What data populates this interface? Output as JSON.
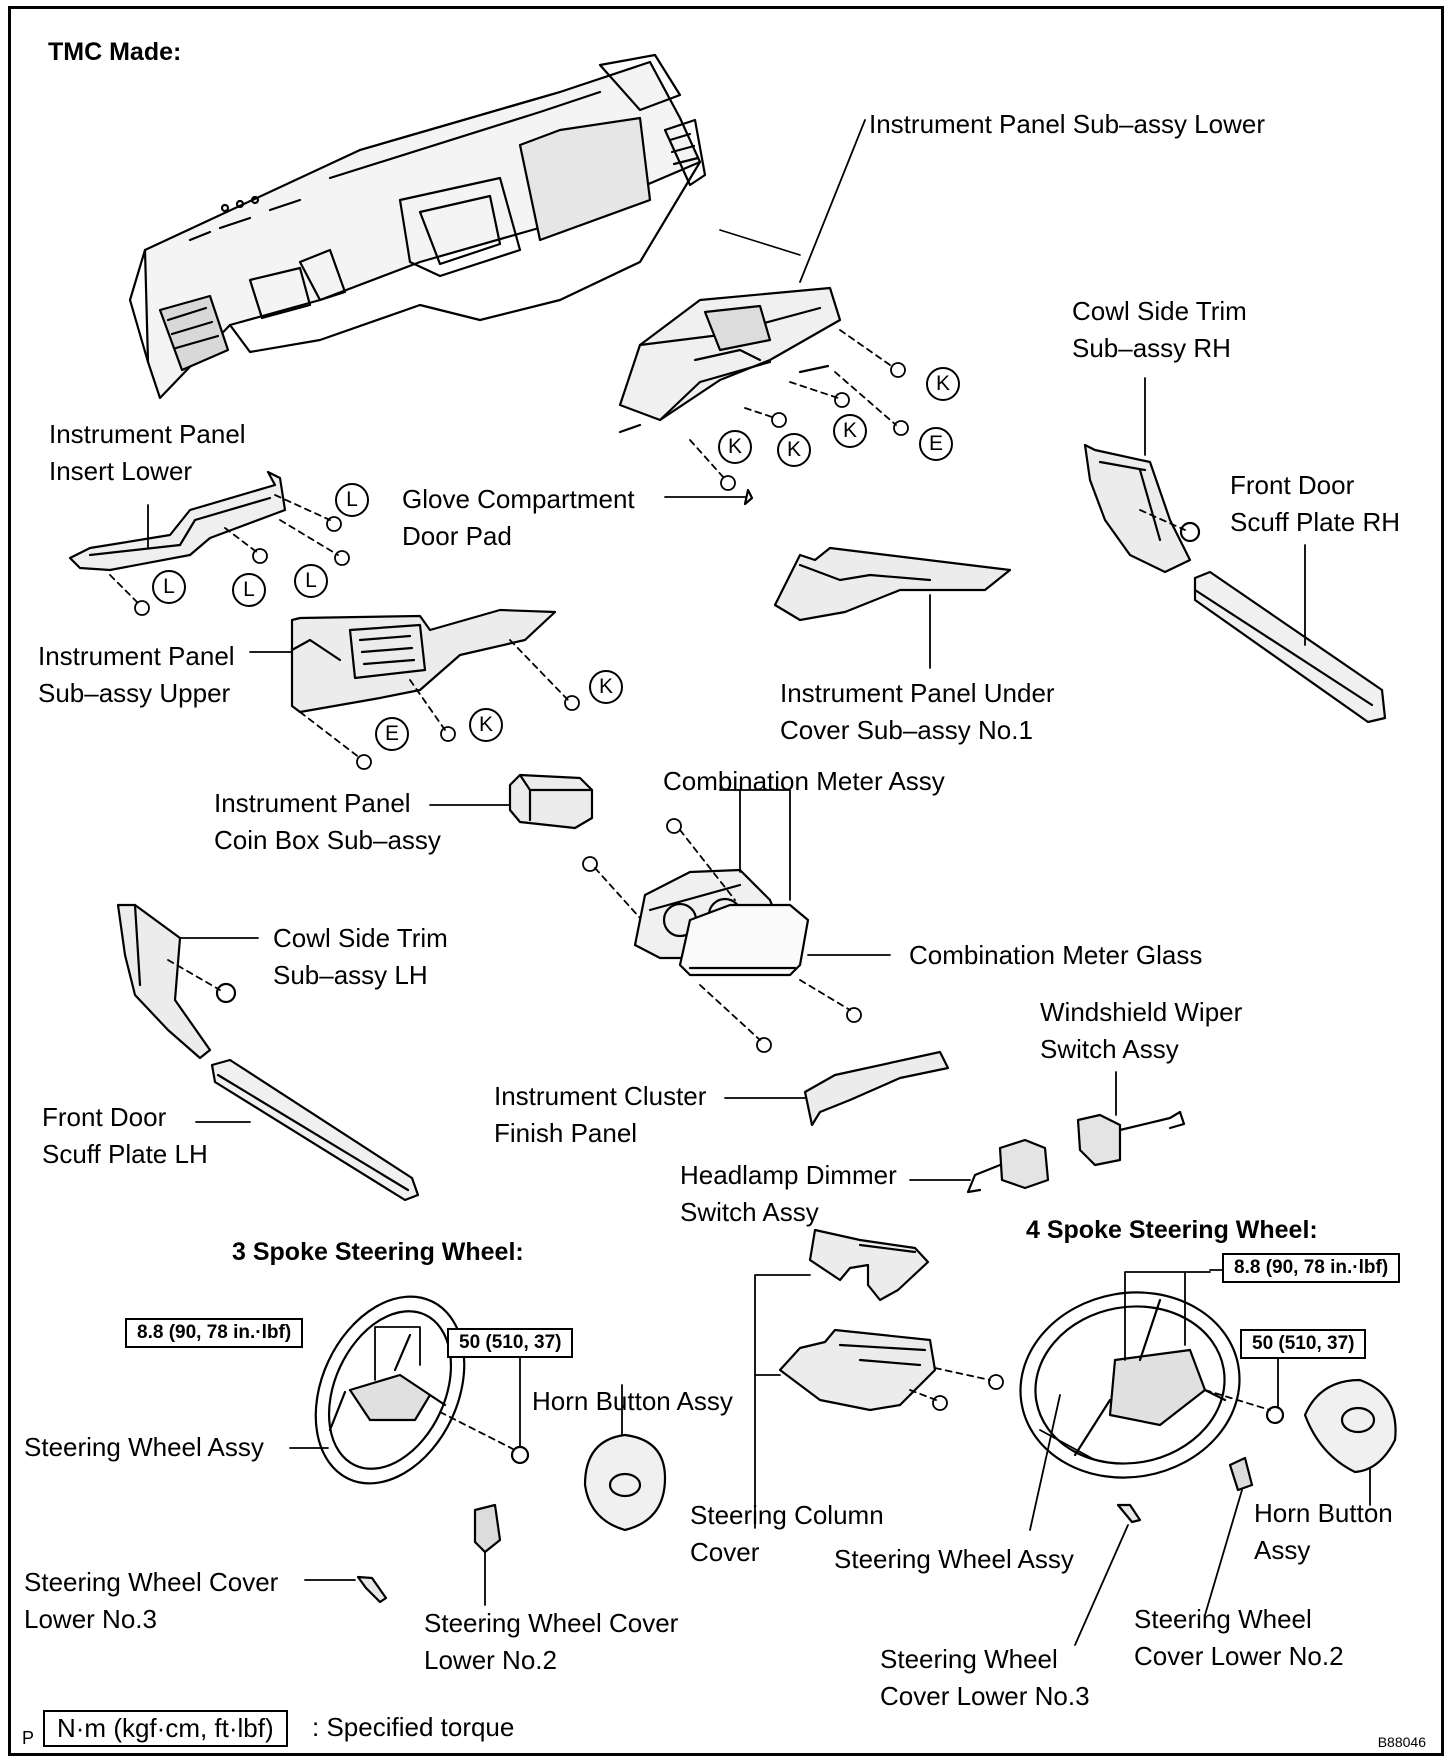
{
  "headers": {
    "tmc": "TMC Made:",
    "three_spoke": "3 Spoke Steering Wheel:",
    "four_spoke": "4 Spoke Steering Wheel:"
  },
  "labels": {
    "ip_sub_assy_lower": "Instrument Panel Sub–assy Lower",
    "cowl_rh_1": "Cowl Side Trim",
    "cowl_rh_2": "Sub–assy RH",
    "insert_lower_1": "Instrument Panel",
    "insert_lower_2": "Insert Lower",
    "glove_pad_1": "Glove Compartment",
    "glove_pad_2": "Door Pad",
    "scuff_rh_1": "Front Door",
    "scuff_rh_2": "Scuff Plate RH",
    "ip_upper_1": "Instrument Panel",
    "ip_upper_2": "Sub–assy Upper",
    "under_cover_1": "Instrument Panel Under",
    "under_cover_2": "Cover Sub–assy No.1",
    "combo_meter": "Combination Meter Assy",
    "coin_box_1": "Instrument Panel",
    "coin_box_2": "Coin Box Sub–assy",
    "cowl_lh_1": "Cowl Side Trim",
    "cowl_lh_2": "Sub–assy LH",
    "meter_glass": "Combination Meter Glass",
    "wiper_1": "Windshield Wiper",
    "wiper_2": "Switch Assy",
    "cluster_1": "Instrument Cluster",
    "cluster_2": "Finish Panel",
    "scuff_lh_1": "Front Door",
    "scuff_lh_2": "Scuff Plate LH",
    "headlamp_1": "Headlamp Dimmer",
    "headlamp_2": "Switch Assy",
    "horn_3": "Horn Button Assy",
    "sw_assy_3": "Steering Wheel Assy",
    "col_cover_1": "Steering Column",
    "col_cover_2": "Cover",
    "horn4_1": "Horn Button",
    "horn4_2": "Assy",
    "swc3_left_1": "Steering Wheel Cover",
    "swc3_left_2": "Lower No.3",
    "swc2_mid_1": "Steering Wheel Cover",
    "swc2_mid_2": "Lower No.2",
    "sw_assy_4": "Steering Wheel Assy",
    "swc2_right_1": "Steering Wheel",
    "swc2_right_2": "Cover Lower No.2",
    "swc3_right_1": "Steering Wheel",
    "swc3_right_2": "Cover Lower No.3"
  },
  "torques": {
    "t3_a": "8.8 (90, 78 in.·lbf)",
    "t3_b": "50 (510, 37)",
    "t4_a": "8.8 (90, 78 in.·lbf)",
    "t4_b": "50 (510, 37)"
  },
  "markers": {
    "k": "K",
    "e": "E",
    "l": "L"
  },
  "legend": {
    "unit": "N·m (kgf·cm, ft·lbf)",
    "desc": ": Specified torque"
  },
  "corner": "P",
  "figure_id": "B88046"
}
